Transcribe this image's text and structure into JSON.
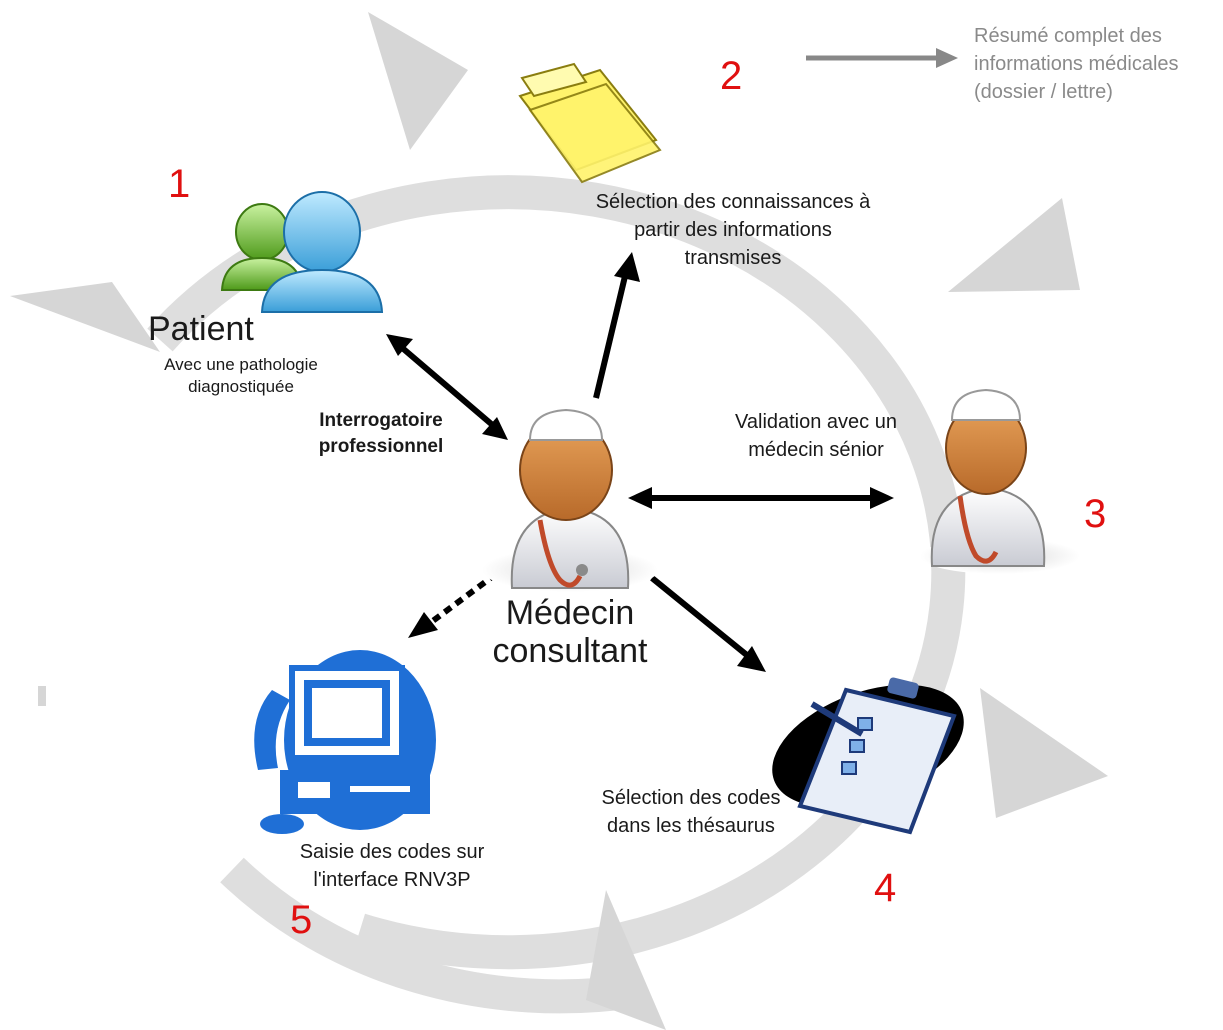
{
  "steps": [
    "1",
    "2",
    "3",
    "4",
    "5"
  ],
  "summary_text": "Résumé complet des\ninformations médicales\n(dossier / lettre)",
  "patient": {
    "title": "Patient",
    "subtitle": "Avec une pathologie\ndiagnostiquée",
    "icon": "users-icon"
  },
  "interview_label": "Interrogatoire\nprofessionnel",
  "knowledge_label": "Sélection des connaissances à\npartir des informations\ntransmises",
  "validation_label": "Validation avec un\nmédecin sénior",
  "consultant_label": "Médecin\nconsultant",
  "thesaurus_label": "Sélection des codes\ndans les thésaurus",
  "interface_label": "Saisie des codes sur\nl'interface RNV3P",
  "icons": {
    "notepad": "notepad-icon",
    "doctor": "doctor-icon",
    "senior_doctor": "senior-doctor-icon",
    "clipboard": "clipboard-icon",
    "computer": "computer-icon"
  },
  "colors": {
    "cycle": "#dedede",
    "step_number": "#e01010",
    "arrow": "#000000",
    "summary_text": "#8a8a8a",
    "summary_arrow": "#888888"
  }
}
